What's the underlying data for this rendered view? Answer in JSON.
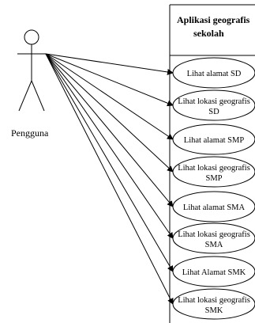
{
  "system": {
    "title_line1": "Aplikasi geografis",
    "title_line2": "sekolah"
  },
  "actor": {
    "label": "Pengguna"
  },
  "use_cases": [
    {
      "line1": "Lihat alamat SD",
      "line2": ""
    },
    {
      "line1": "Lihat lokasi geografis",
      "line2": "SD"
    },
    {
      "line1": "Lihat alamat SMP",
      "line2": ""
    },
    {
      "line1": "Lihat lokasi geografis",
      "line2": "SMP"
    },
    {
      "line1": "Lihat alamat SMA",
      "line2": ""
    },
    {
      "line1": "Lihat lokasi geografis",
      "line2": "SMA"
    },
    {
      "line1": "Lihat Alamat SMK",
      "line2": ""
    },
    {
      "line1": "Lihat lokasi geografis",
      "line2": "SMK"
    }
  ]
}
